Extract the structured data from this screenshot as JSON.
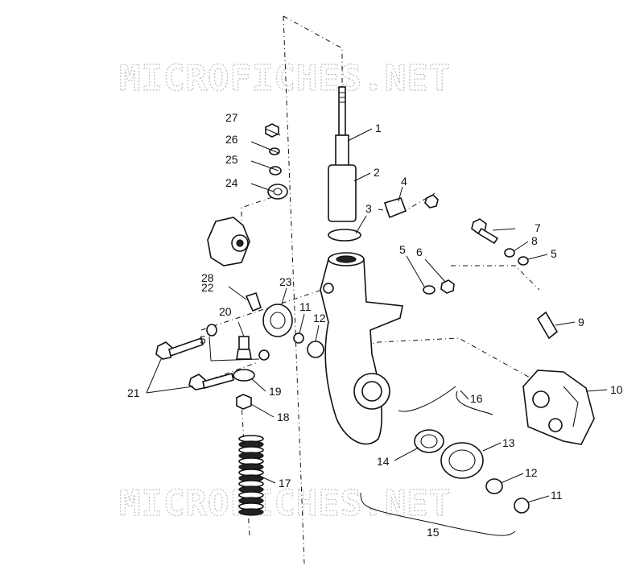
{
  "watermarks": [
    "MICROFICHES.NET",
    "MICROFICHES.NET"
  ],
  "callouts": [
    "1",
    "2",
    "3",
    "4",
    "5",
    "6",
    "7",
    "8",
    "5",
    "9",
    "10",
    "5",
    "28",
    "22",
    "23",
    "11",
    "12",
    "20",
    "21",
    "19",
    "18",
    "17",
    "16",
    "14",
    "13",
    "12",
    "11",
    "15",
    "27",
    "26",
    "25",
    "24"
  ]
}
